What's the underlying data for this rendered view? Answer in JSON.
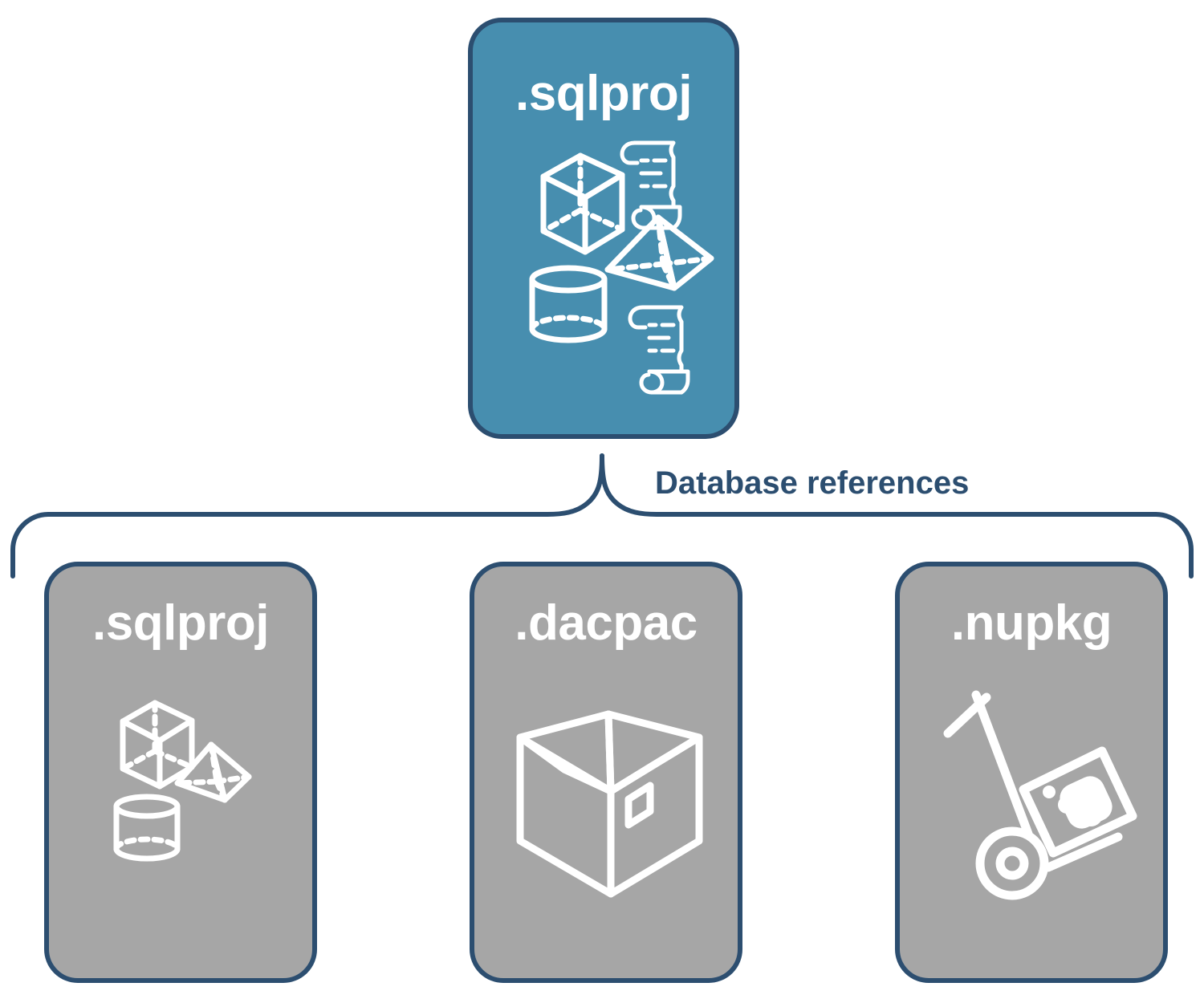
{
  "diagram": {
    "title_text": "Database references",
    "colors": {
      "teal_fill": "#478eaf",
      "gray_fill": "#a6a6a6",
      "border_navy": "#2c4e70",
      "icon_white": "#ffffff",
      "background": "#ffffff"
    },
    "parent": {
      "label": ".sqlproj",
      "fill": "teal",
      "icons": [
        "cube-icon",
        "pyramid-icon",
        "cylinder-icon",
        "scroll-icon",
        "scroll-icon"
      ]
    },
    "connector": {
      "label": "Database references",
      "style": "curly-brace",
      "color": "#2c4e70"
    },
    "children": [
      {
        "label": ".sqlproj",
        "fill": "gray",
        "icons": [
          "cube-icon",
          "pyramid-icon",
          "cylinder-icon"
        ]
      },
      {
        "label": ".dacpac",
        "fill": "gray",
        "icons": [
          "package-box-icon"
        ]
      },
      {
        "label": ".nupkg",
        "fill": "gray",
        "icons": [
          "hand-truck-icon",
          "nuget-package-icon"
        ]
      }
    ]
  }
}
